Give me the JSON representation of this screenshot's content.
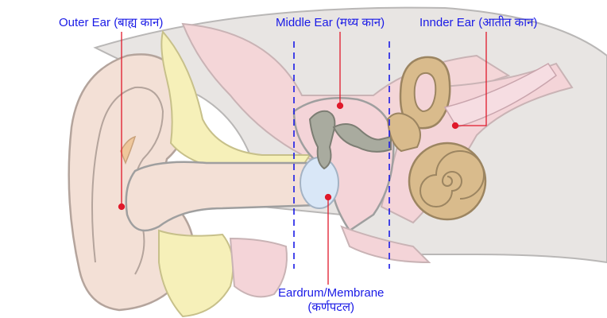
{
  "diagram": {
    "label_color": "#1a1ae6",
    "pointer_color": "#e0192b",
    "labels": {
      "outer_ear": "Outer Ear (बाह्य कान)",
      "middle_ear": "Middle Ear (मध्य कान)",
      "inner_ear": "Innder Ear (आतीत कान)",
      "eardrum": "Eardrum/Membrane",
      "eardrum_hindi": "(कर्णपटल)"
    },
    "fill_colors": {
      "skin": "#f3e0d6",
      "cartilage": "#f6f0b9",
      "tissue": "#f4d4d8",
      "bone": "#ddd7cd",
      "ossicle": "#a9ab9f",
      "cochlea": "#d9bb8c",
      "eardrum": "#d9e7f7"
    }
  }
}
